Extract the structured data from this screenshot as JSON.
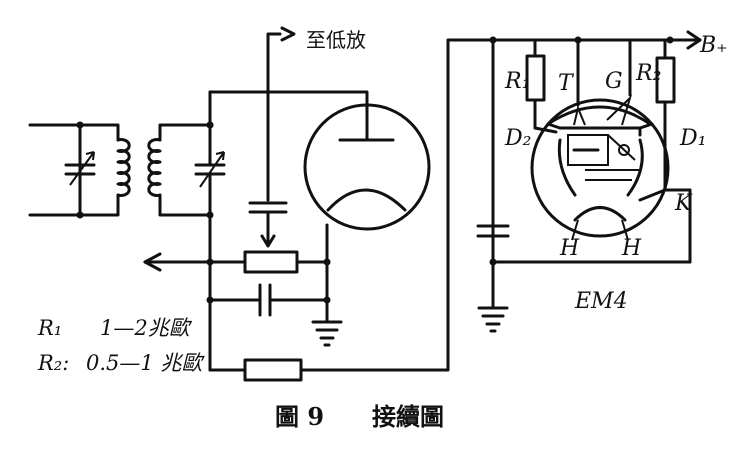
{
  "labels": {
    "to_amp": "至低放",
    "b_plus": "B₊",
    "r1": "R₁",
    "r2": "R₂",
    "t": "T",
    "g": "G",
    "d1": "D₁",
    "d2": "D₂",
    "k": "K",
    "h_left": "H",
    "h_right": "H",
    "tube_name": "EM4"
  },
  "specs": {
    "r1_symbol": "R₁",
    "r1_value": "1—2兆歐",
    "r2_symbol": "R₂:",
    "r2_value": "0.5—1 兆歐"
  },
  "caption": {
    "figure": "圖 9",
    "title": "接續圖"
  }
}
